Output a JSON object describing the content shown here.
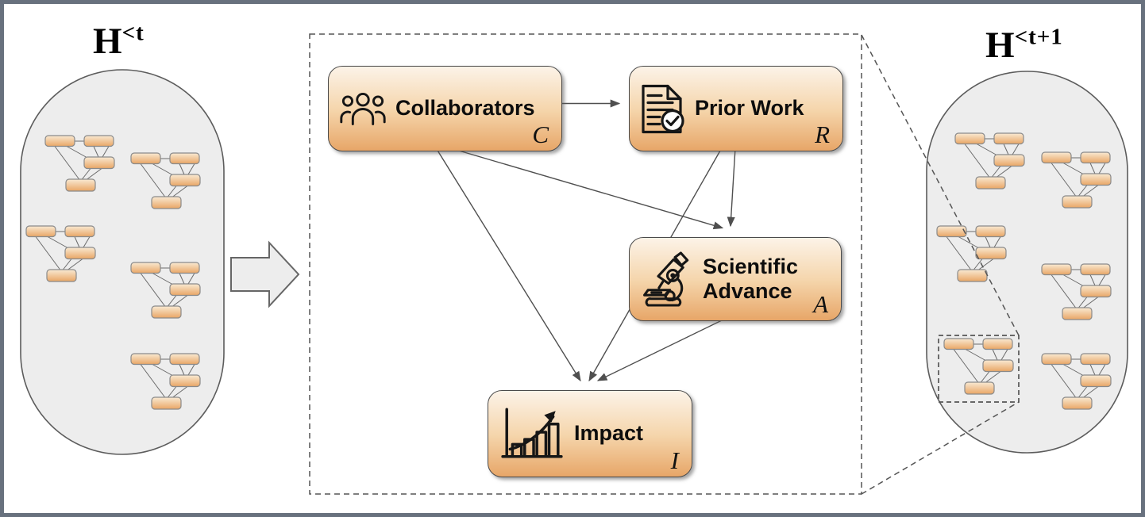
{
  "figure": {
    "left_hypergraph": {
      "label_base": "H",
      "label_sup": "<t",
      "motif_count": 5
    },
    "right_hypergraph": {
      "label_base": "H",
      "label_sup": "<t+1",
      "motif_count": 6,
      "new_motif_highlighted": true
    },
    "process": {
      "nodes": [
        {
          "id": "C",
          "label": "Collaborators",
          "letter": "C",
          "icon": "people-group-icon"
        },
        {
          "id": "R",
          "label": "Prior Work",
          "letter": "R",
          "icon": "document-check-icon"
        },
        {
          "id": "A",
          "label": "Scientific Advance",
          "letter": "A",
          "icon": "microscope-icon"
        },
        {
          "id": "I",
          "label": "Impact",
          "letter": "I",
          "icon": "bar-chart-growth-icon"
        }
      ],
      "edges": [
        {
          "from": "C",
          "to": "R"
        },
        {
          "from": "C",
          "to": "A"
        },
        {
          "from": "C",
          "to": "I"
        },
        {
          "from": "R",
          "to": "A"
        },
        {
          "from": "R",
          "to": "I"
        },
        {
          "from": "A",
          "to": "I"
        }
      ]
    },
    "colors": {
      "frame": "#68717e",
      "box_gradient_top": "#fcf3e8",
      "box_gradient_bottom": "#e7a668",
      "node_gradient_top": "#f9ead3",
      "node_gradient_bottom": "#e9a665",
      "hypergraph_fill": "#ededed",
      "line": "#4f4f4f"
    }
  }
}
